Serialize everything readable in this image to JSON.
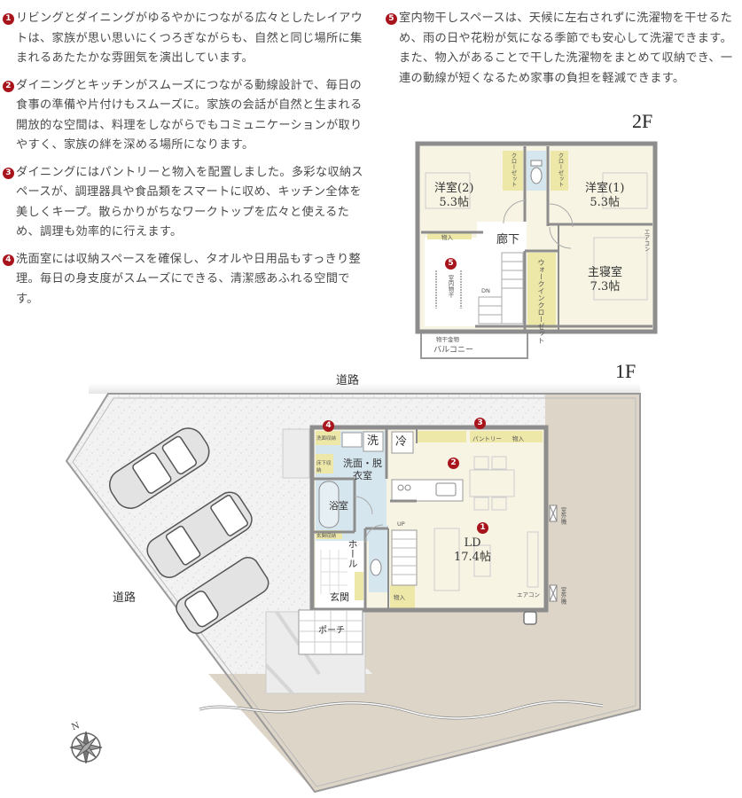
{
  "descriptions": [
    {
      "num": "1",
      "text": "リビングとダイニングがゆるやかにつながる広々としたレイアウトは、家族が思い思いにくつろぎながらも、自然と同じ場所に集まれるあたたかな雰囲気を演出しています。"
    },
    {
      "num": "2",
      "text": "ダイニングとキッチンがスムーズにつながる動線設計で、毎日の食事の準備や片付けもスムーズに。家族の会話が自然と生まれる開放的な空間は、料理をしながらでもコミュニケーションが取りやすく、家族の絆を深める場所になります。"
    },
    {
      "num": "3",
      "text": "ダイニングにはパントリーと物入を配置しました。多彩な収納スペースが、調理器具や食品類をスマートに収め、キッチン全体を美しくキープ。散らかりがちなワークトップを広々と使えるため、調理も効率的に行えます。"
    },
    {
      "num": "4",
      "text": "洗面室には収納スペースを確保し、タオルや日用品もすっきり整理。毎日の身支度がスムーズにできる、清潔感あふれる空間です。"
    },
    {
      "num": "5",
      "text": "室内物干しスペースは、天候に左右されずに洗濯物を干せるため、雨の日や花粉が気になる季節でも安心して洗濯できます。また、物入があることで干した洗濯物をまとめて収納でき、一連の動線が短くなるため家事の負担を軽減できます。"
    }
  ],
  "floor2": {
    "label": "2F",
    "rooms": {
      "western2": {
        "name": "洋室(2)",
        "size": "5.3帖"
      },
      "western1": {
        "name": "洋室(1)",
        "size": "5.3帖"
      },
      "master": {
        "name": "主寝室",
        "size": "7.3帖"
      },
      "corridor": "廊下",
      "wic": "ウォークインクローゼット",
      "closet": "クローゼット",
      "storage": "物入",
      "drying": "室内物干",
      "dn": "DN",
      "aircon": "エアコン",
      "drying_hardware": "物干金物",
      "balcony": "バルコニー"
    },
    "badge": "5"
  },
  "floor1": {
    "label": "1F",
    "road_top": "道路",
    "road_left": "道路",
    "rooms": {
      "ld": {
        "name": "LD",
        "size": "17.4帖"
      },
      "washroom": "洗面・脱衣室",
      "bath": "浴室",
      "hall": "ホール",
      "entrance": "玄関",
      "porch": "ポーチ",
      "washer": "洗",
      "fridge": "冷",
      "storage": "物入",
      "pantry": "パントリー",
      "wash_storage": "洗面収納",
      "floor_storage": "床下収納",
      "shoe_storage": "玄関収納",
      "up": "UP",
      "aircon": "エアコン",
      "outdoor_unit": "室外機"
    },
    "badges": [
      "1",
      "2",
      "3",
      "4"
    ]
  },
  "compass": {
    "label": "N"
  },
  "colors": {
    "badge": "#a8141c",
    "room_floor": "#f7f4e3",
    "wet_area": "#d6e6ef",
    "storage": "#ede7a8",
    "wall": "#8d8d8d",
    "gravel": "#f1f1f1",
    "garden": "#ddd5c8"
  }
}
